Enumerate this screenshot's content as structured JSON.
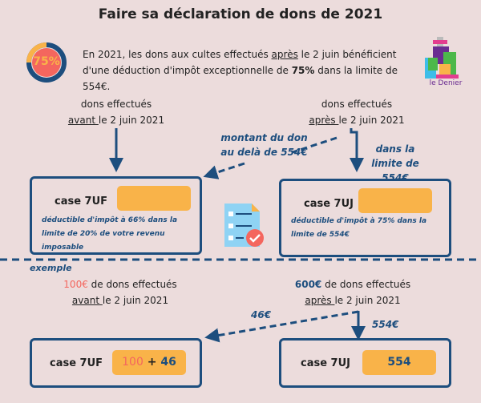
{
  "title": "Faire sa déclaration de dons de 2021",
  "badge": {
    "label": "75%",
    "fraction": 0.75
  },
  "intro": {
    "p1": "En 2021, les dons aux cultes effectués ",
    "apres": "après",
    "p2": " le 2 juin bénéficient d'une déduction d'impôt exceptionnelle de ",
    "pct": "75%",
    "p3": " dans la limite de 554€."
  },
  "logo": {
    "label": "le Denier"
  },
  "left": {
    "line1": "dons effectués",
    "avant": "avant ",
    "date": "le 2 juin 2021",
    "case": "case 7UF",
    "note": "déductible d'impôt à 66% dans la limite de 20% de votre revenu imposable"
  },
  "right": {
    "line1": "dons effectués",
    "apres": "après ",
    "date": "le 2 juin 2021",
    "case": "case 7UJ",
    "note": "déductible d'impôt à 75% dans la limite de 554€"
  },
  "arrow_labels": {
    "over": "montant du don au delà de 554€",
    "within": "dans la limite de 554€"
  },
  "example": {
    "label": "exemple",
    "left": {
      "amount": "100€",
      "rest": " de dons effectués",
      "avant": "avant ",
      "date": "le 2 juin 2021",
      "case": "case 7UF",
      "v1": "100",
      "plus": " + ",
      "v2": "46"
    },
    "right": {
      "amount": "600€",
      "rest": " de dons effectués",
      "apres": "après ",
      "date": "le 2 juin 2021",
      "case": "case 7UJ",
      "value": "554"
    },
    "arrow_over": "46€",
    "arrow_within": "554€"
  },
  "colors": {
    "blue": "#1d4e7e",
    "orange": "#f9b349",
    "red": "#f4665e",
    "bg": "#ecdcdc"
  }
}
